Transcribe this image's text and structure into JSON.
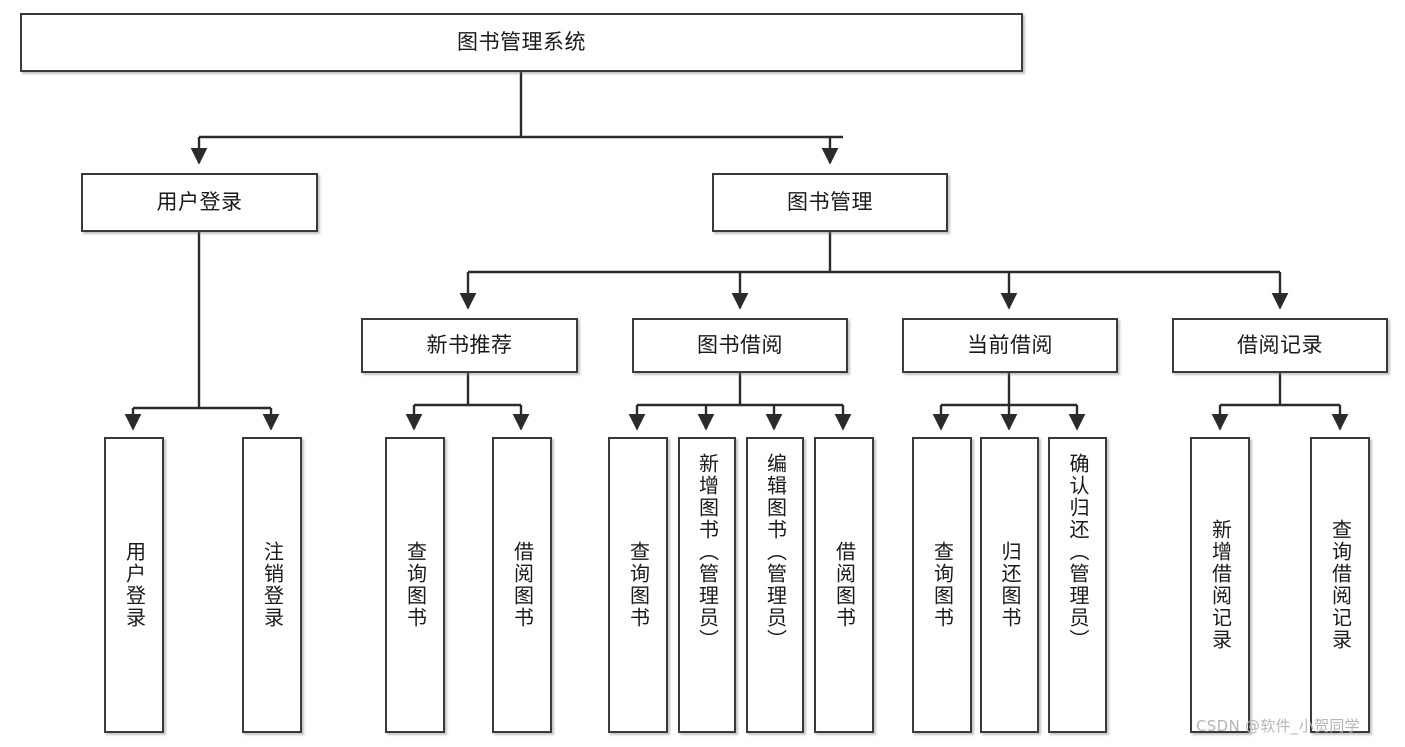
{
  "diagram": {
    "type": "hierarchy-tree",
    "title": "图书管理系统",
    "watermark": "CSDN @软件_小贺同学",
    "colors": {
      "box_border": "#3a3a3a",
      "box_fill": "#ffffff",
      "connector": "#2b2b2b",
      "text": "#1a1a1a",
      "watermark": "#b6b6b6",
      "background": "#ffffff"
    },
    "levels": {
      "root": {
        "label": "图书管理系统"
      },
      "level1": [
        {
          "label": "用户登录"
        },
        {
          "label": "图书管理"
        }
      ],
      "level2": [
        {
          "label": "新书推荐"
        },
        {
          "label": "图书借阅"
        },
        {
          "label": "当前借阅"
        },
        {
          "label": "借阅记录"
        }
      ],
      "level3": [
        {
          "label": "用户登录",
          "parent": "用户登录"
        },
        {
          "label": "注销登录",
          "parent": "用户登录"
        },
        {
          "label": "查询图书",
          "parent": "新书推荐"
        },
        {
          "label": "借阅图书",
          "parent": "新书推荐"
        },
        {
          "label": "查询图书",
          "parent": "图书借阅"
        },
        {
          "label": "新增图书（管理员）",
          "parent": "图书借阅"
        },
        {
          "label": "编辑图书（管理员）",
          "parent": "图书借阅"
        },
        {
          "label": "借阅图书",
          "parent": "图书借阅"
        },
        {
          "label": "查询图书",
          "parent": "当前借阅"
        },
        {
          "label": "归还图书",
          "parent": "当前借阅"
        },
        {
          "label": "确认归还（管理员）",
          "parent": "当前借阅"
        },
        {
          "label": "新增借阅记录",
          "parent": "借阅记录"
        },
        {
          "label": "查询借阅记录",
          "parent": "借阅记录"
        }
      ]
    }
  }
}
